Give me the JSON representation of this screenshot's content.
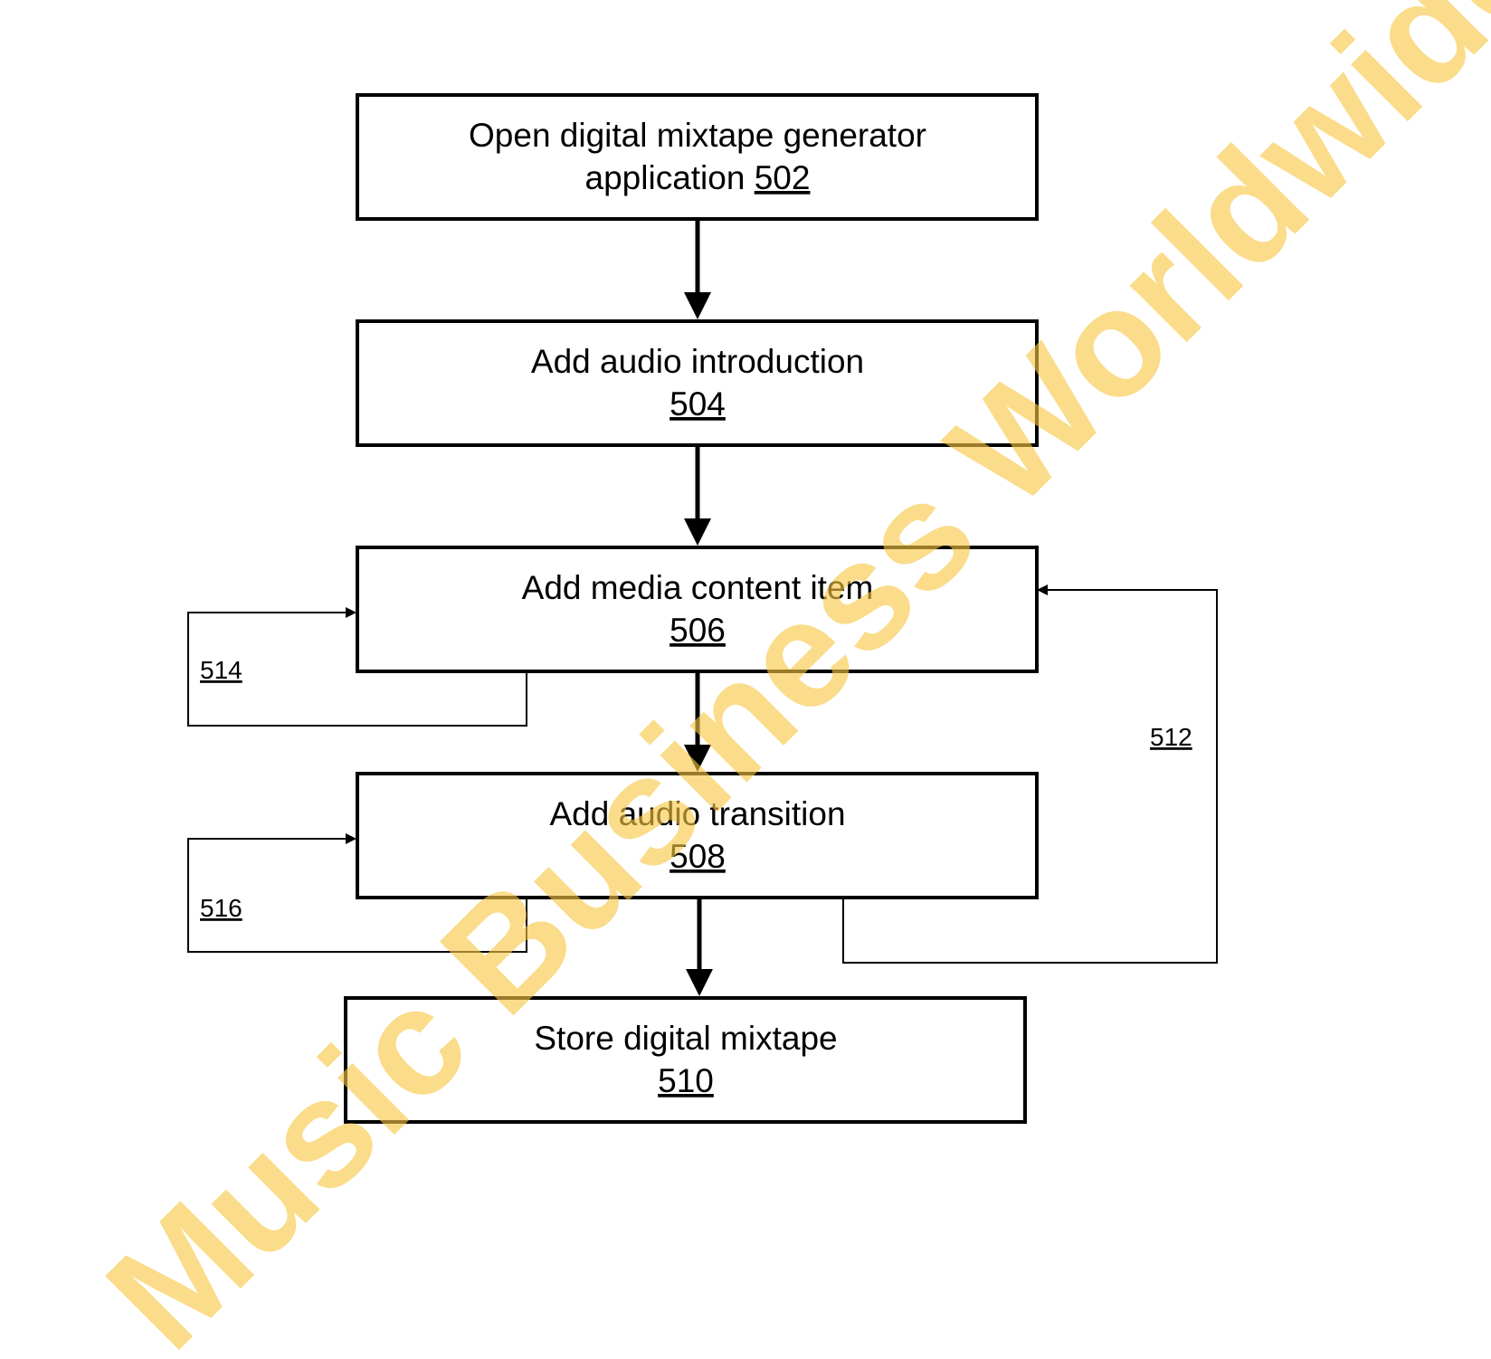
{
  "steps": [
    {
      "line1": "Open digital mixtape generator",
      "line2": "application ",
      "ref": "502"
    },
    {
      "line1": "Add audio introduction",
      "ref": "504"
    },
    {
      "line1": "Add media content item",
      "ref": "506"
    },
    {
      "line1": "Add audio transition",
      "ref": "508"
    },
    {
      "line1": "Store digital mixtape",
      "ref": "510"
    }
  ],
  "loops": {
    "media_repeat": "514",
    "transition_repeat": "516",
    "back_to_media": "512"
  },
  "watermark": {
    "text": "Music Business Worldwide (cop",
    "color": "#f7c744"
  }
}
